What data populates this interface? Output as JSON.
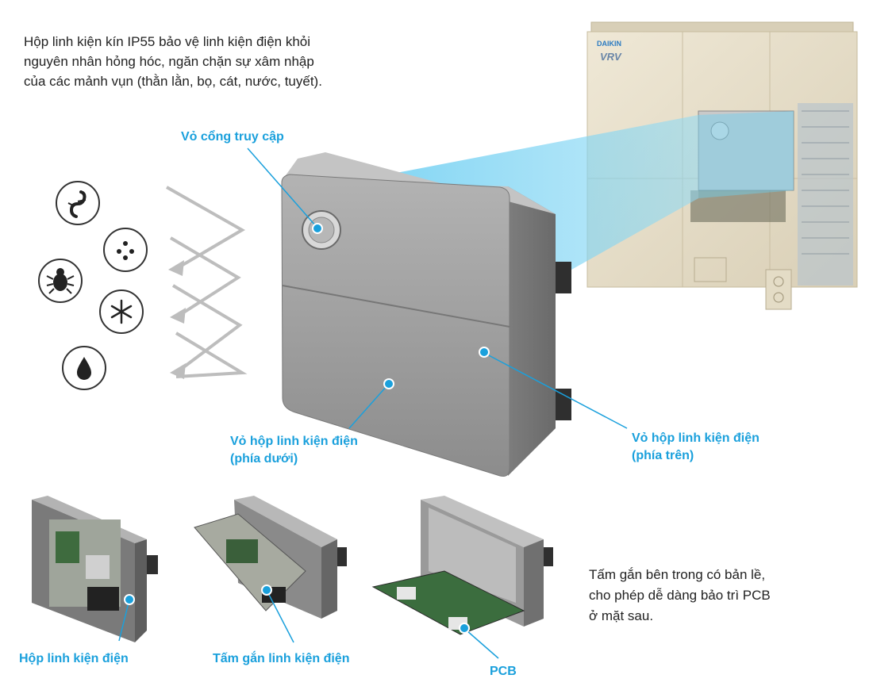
{
  "intro": {
    "lines": [
      "Hộp linh kiện kín IP55 bảo vệ linh kiện điện khỏi",
      "nguyên nhân hỏng hóc, ngăn chặn sự xâm nhập",
      "của các mảnh vụn (thằn lằn, bọ, cát, nước, tuyết)."
    ]
  },
  "callouts": {
    "access_cover": "Vỏ cổng truy cập",
    "lower_cover_line1": "Vỏ hộp linh kiện điện",
    "lower_cover_line2": "(phía dưới)",
    "upper_cover_line1": "Vỏ hộp linh kiện điện",
    "upper_cover_line2": "(phía trên)",
    "component_box": "Hộp linh kiện điện",
    "mounting_plate": "Tấm gắn linh kiện điện",
    "pcb": "PCB"
  },
  "side_note": {
    "lines": [
      "Tấm gắn bên trong có bản lề,",
      "cho phép dễ dàng bảo trì PCB",
      "ở mặt sau."
    ]
  },
  "outdoor_unit": {
    "brand": "DAIKIN",
    "model": "VRV"
  },
  "debris_icons": [
    "lizard-icon",
    "sand-icon",
    "bug-icon",
    "snowflake-icon",
    "water-drop-icon"
  ],
  "colors": {
    "accent": "#1aa0dc",
    "beam": "#5ac8f0",
    "box_metal": "#9a9a9a",
    "unit_beige": "#e8e0cc"
  }
}
